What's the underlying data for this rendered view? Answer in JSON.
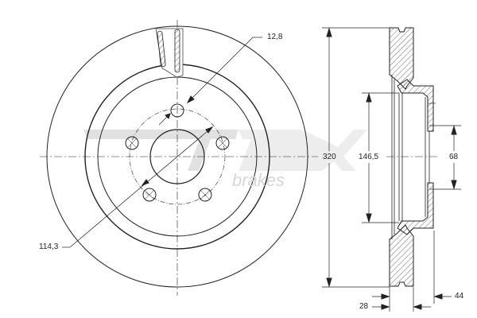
{
  "drawing": {
    "subject": "Vented brake disc technical drawing",
    "watermark": {
      "brand": "TOMEX",
      "sub": "brakes"
    },
    "front_view": {
      "dimensions": {
        "bolt_hole_diameter": "12,8",
        "pitch_circle_diameter": "114,3"
      },
      "bolt_holes": 5
    },
    "side_view": {
      "dimensions": {
        "outer_diameter": "320",
        "hat_diameter": "146,5",
        "center_bore": "68",
        "thickness": "28",
        "total_height": "44"
      }
    }
  }
}
